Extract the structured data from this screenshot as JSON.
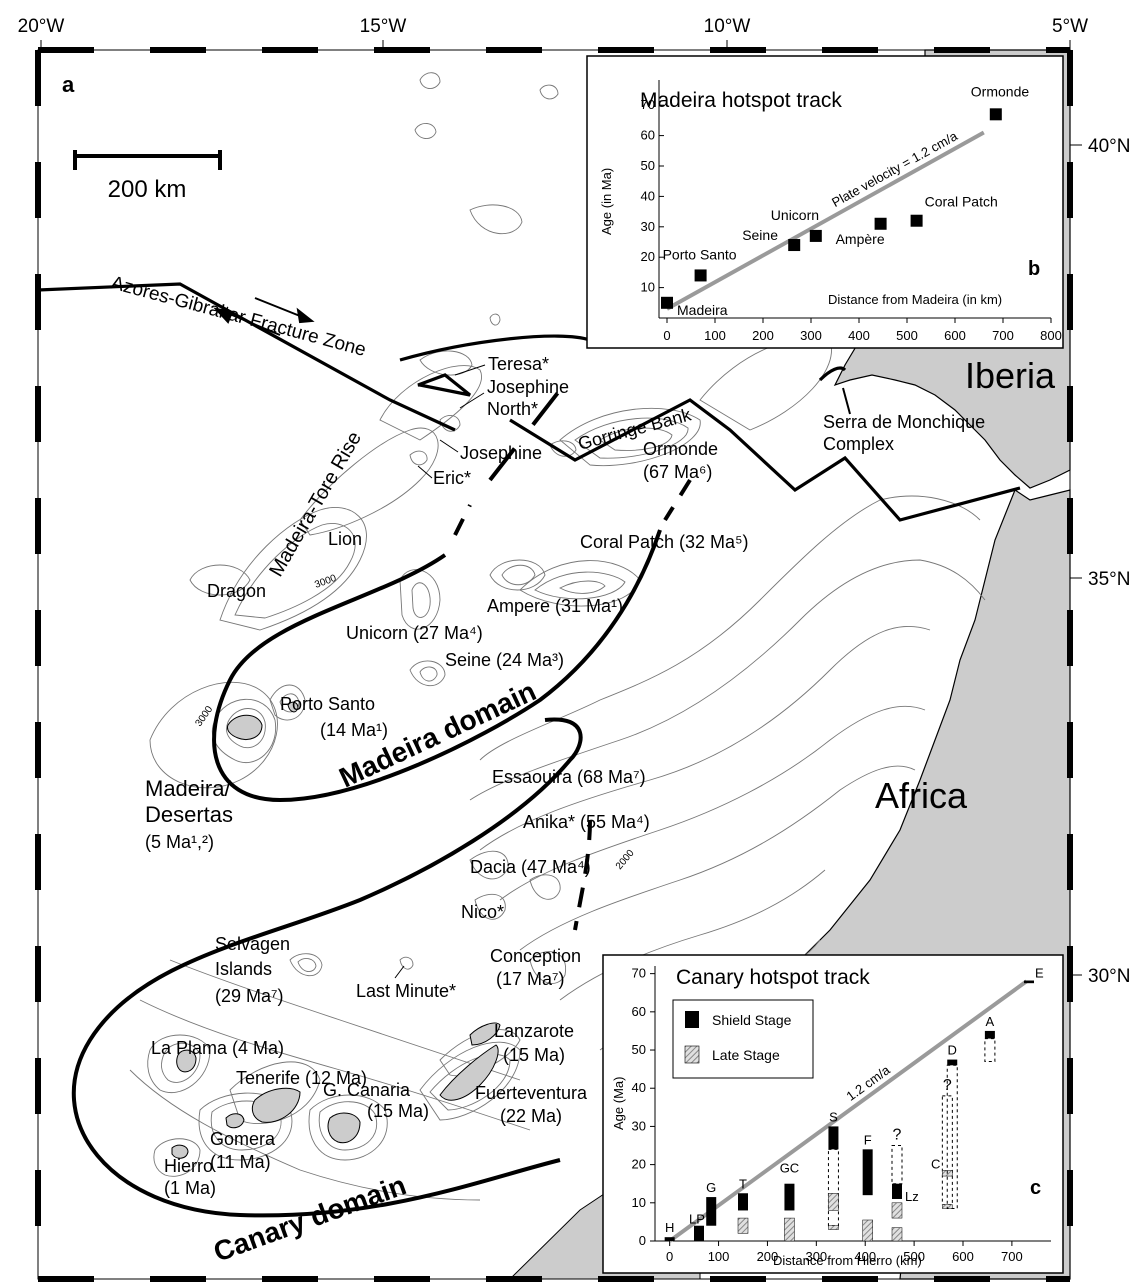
{
  "map": {
    "panel_letter": "a",
    "lon_labels": [
      "20°W",
      "15°W",
      "10°W",
      "5°W"
    ],
    "lat_labels": [
      "40°N",
      "35°N",
      "30°N"
    ],
    "scale_bar": "200 km",
    "fracture_zone": "Azores-Gibraltar Fracture Zone",
    "ridge": "Madeira-Tore Rise",
    "gorringe": "Gorringe Bank",
    "iberia": "Iberia",
    "africa": "Africa",
    "madeira_domain": "Madeira domain",
    "canary_domain": "Canary domain",
    "serra": [
      "Serra de Monchique",
      "Complex"
    ],
    "contours": [
      "3000",
      "3000",
      "2000"
    ],
    "seamounts": {
      "teresa": "Teresa*",
      "josephine_north": [
        "Josephine",
        "North*"
      ],
      "josephine": "Josephine",
      "eric": "Eric*",
      "ormonde": [
        "Ormonde",
        "(67 Ma⁶)"
      ],
      "lion": "Lion",
      "dragon": "Dragon",
      "coral_patch": "Coral Patch (32 Ma⁵)",
      "ampere": "Ampere (31 Ma¹)",
      "unicorn": "Unicorn (27 Ma⁴)",
      "seine": "Seine (24 Ma³)",
      "porto_santo": [
        "Porto Santo",
        "(14 Ma¹)"
      ],
      "madeira": [
        "Madeira/",
        "Desertas",
        "(5 Ma¹,²)"
      ],
      "essaouira": "Essaouira (68 Ma⁷)",
      "anika": "Anika* (55 Ma⁴)",
      "dacia": "Dacia (47 Ma⁴)",
      "nico": "Nico*",
      "conception": [
        "Conception",
        "(17 Ma⁷)"
      ],
      "selvagen": [
        "Selvagen",
        "Islands",
        "(29 Ma⁷)"
      ],
      "last_minute": "Last Minute*",
      "lanzarote": [
        "Lanzarote",
        "(15 Ma)"
      ],
      "la_palma": "La Plama (4 Ma)",
      "tenerife": "Tenerife (12 Ma)",
      "gcanaria": [
        "G. Canaria",
        "(15 Ma)"
      ],
      "fuerteventura": [
        "Fuerteventura",
        "(22 Ma)"
      ],
      "gomera": [
        "Gomera",
        "(11 Ma)"
      ],
      "hierro": [
        "Hierro",
        "(1 Ma)"
      ]
    }
  },
  "chart_data": [
    {
      "type": "scatter",
      "panel": "b",
      "title": "Madeira hotspot track",
      "xlabel": "Distance from Madeira (in km)",
      "ylabel": "Age (in Ma)",
      "xlim": [
        0,
        800
      ],
      "ylim": [
        0,
        75
      ],
      "xticks": [
        0,
        100,
        200,
        300,
        400,
        500,
        600,
        700,
        800
      ],
      "yticks": [
        10,
        20,
        30,
        40,
        50,
        60,
        70
      ],
      "points": [
        {
          "label": "Madeira",
          "x": 0,
          "y": 5
        },
        {
          "label": "Porto Santo",
          "x": 70,
          "y": 14
        },
        {
          "label": "Seine",
          "x": 265,
          "y": 24
        },
        {
          "label": "Unicorn",
          "x": 310,
          "y": 27
        },
        {
          "label": "Ampère",
          "x": 445,
          "y": 31
        },
        {
          "label": "Coral Patch",
          "x": 520,
          "y": 32
        },
        {
          "label": "Ormonde",
          "x": 685,
          "y": 67
        }
      ],
      "fit_line": {
        "label": "Plate velocity = 1.2 cm/a",
        "x": [
          0,
          660
        ],
        "y": [
          3,
          61
        ],
        "color": "#9a9a9a"
      }
    },
    {
      "type": "bar",
      "panel": "c",
      "title": "Canary hotspot track",
      "xlabel": "Distance from Hierro (km)",
      "ylabel": "Age (Ma)",
      "xlim": [
        -30,
        780
      ],
      "ylim": [
        0,
        72
      ],
      "xticks": [
        0,
        100,
        200,
        300,
        400,
        500,
        600,
        700
      ],
      "yticks": [
        0,
        10,
        20,
        30,
        40,
        50,
        60,
        70
      ],
      "legend": [
        "Shield Stage",
        "Late Stage"
      ],
      "legend_position": "top-left",
      "colors": {
        "shield": "#000000",
        "late": "#aaaaaa",
        "line": "#9a9a9a"
      },
      "series": [
        {
          "label": "H",
          "x": 0,
          "shield": [
            0,
            1
          ]
        },
        {
          "label": "LP",
          "x": 60,
          "shield": [
            0,
            4
          ]
        },
        {
          "label": "G",
          "x": 85,
          "shield": [
            4,
            11.5
          ]
        },
        {
          "label": "T",
          "x": 150,
          "shield": [
            8,
            12.5
          ],
          "late": [
            2,
            6
          ]
        },
        {
          "label": "GC",
          "x": 245,
          "shield": [
            8,
            15
          ],
          "late": [
            0,
            6
          ],
          "label_y": 18
        },
        {
          "label": "S",
          "x": 335,
          "shield": [
            24,
            30
          ],
          "late": [
            8,
            12.5
          ],
          "late2": [
            3,
            4
          ],
          "gap": [
            4,
            24
          ]
        },
        {
          "label": "F",
          "x": 405,
          "shield": [
            12,
            24
          ],
          "late": [
            0,
            5.5
          ]
        },
        {
          "label": "Lz",
          "x": 465,
          "shield": [
            11,
            15
          ],
          "late": [
            6,
            10
          ],
          "late2": [
            0,
            3.5
          ],
          "gap": [
            15,
            25
          ],
          "question": "?",
          "label_right": true
        },
        {
          "label": "C",
          "x": 568,
          "late": [
            17,
            18.5
          ],
          "late2": [
            8.5,
            9.5
          ],
          "gap": [
            9.5,
            38
          ],
          "question": "?",
          "label_left": true
        },
        {
          "label": "D",
          "x": 578,
          "shield": [
            46,
            47.5
          ],
          "gap": [
            8.5,
            46
          ]
        },
        {
          "label": "A",
          "x": 655,
          "shield": [
            53,
            55
          ],
          "gap": [
            47,
            53
          ]
        },
        {
          "label": "E",
          "x": 735,
          "shield": [
            67.5,
            68.2
          ]
        }
      ],
      "fit_line": {
        "label": "1.2 cm/a",
        "x": [
          0,
          730
        ],
        "y": [
          0,
          68
        ]
      }
    }
  ]
}
